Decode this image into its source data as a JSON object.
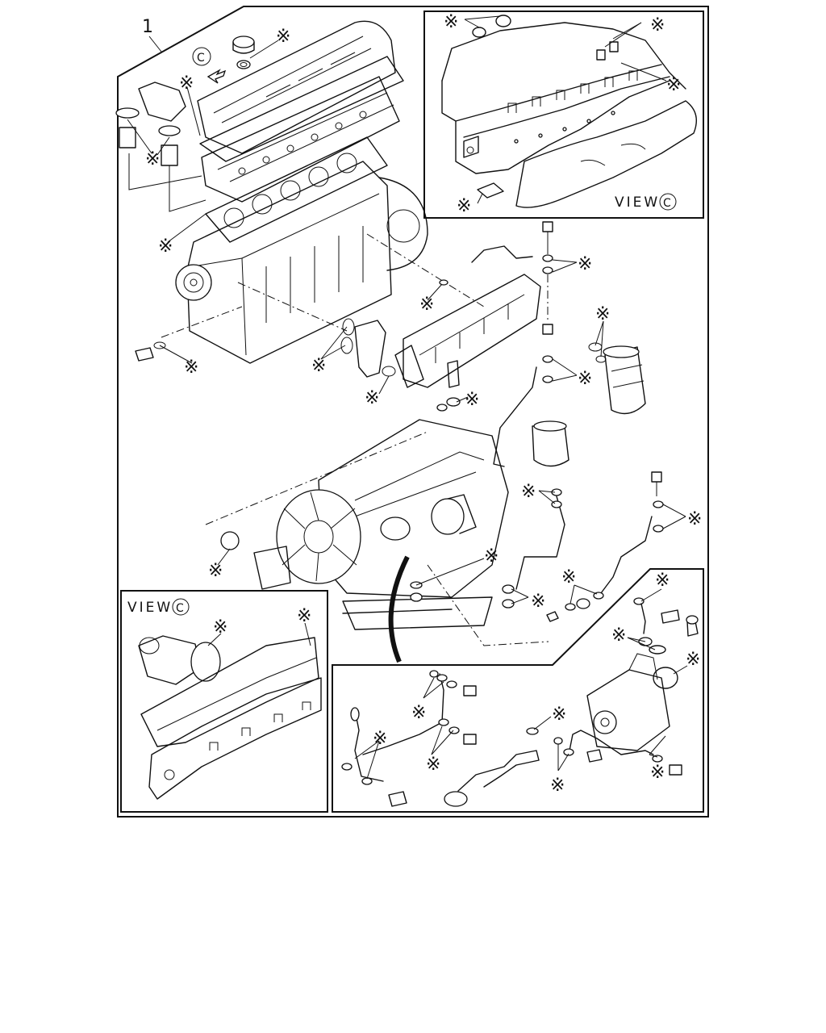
{
  "diagram": {
    "item_number": "1",
    "view_circle_letter": "C",
    "view_top_right": "VIEW",
    "view_bottom_left": "VIEW",
    "marker_symbol": "※"
  }
}
